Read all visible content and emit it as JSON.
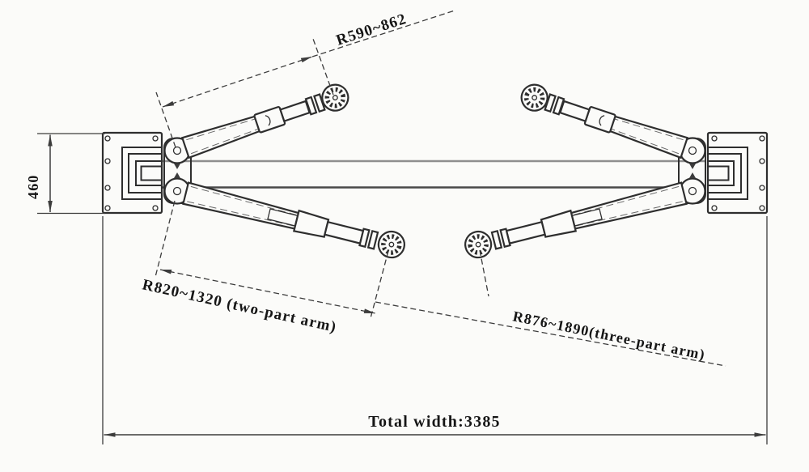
{
  "drawing": {
    "labels": {
      "front_arm_range": "R590~862",
      "two_part_arm_range": "R820~1320 (two-part arm)",
      "three_part_arm_range": "R876~1890(three-part arm)",
      "base_depth": "460",
      "total_width": "Total width:3385"
    },
    "colors": {
      "paper": "#fbfbf9",
      "ink": "#2e2e2e",
      "dim": "#3c3c3c",
      "beam": "#8f8f8f"
    }
  }
}
